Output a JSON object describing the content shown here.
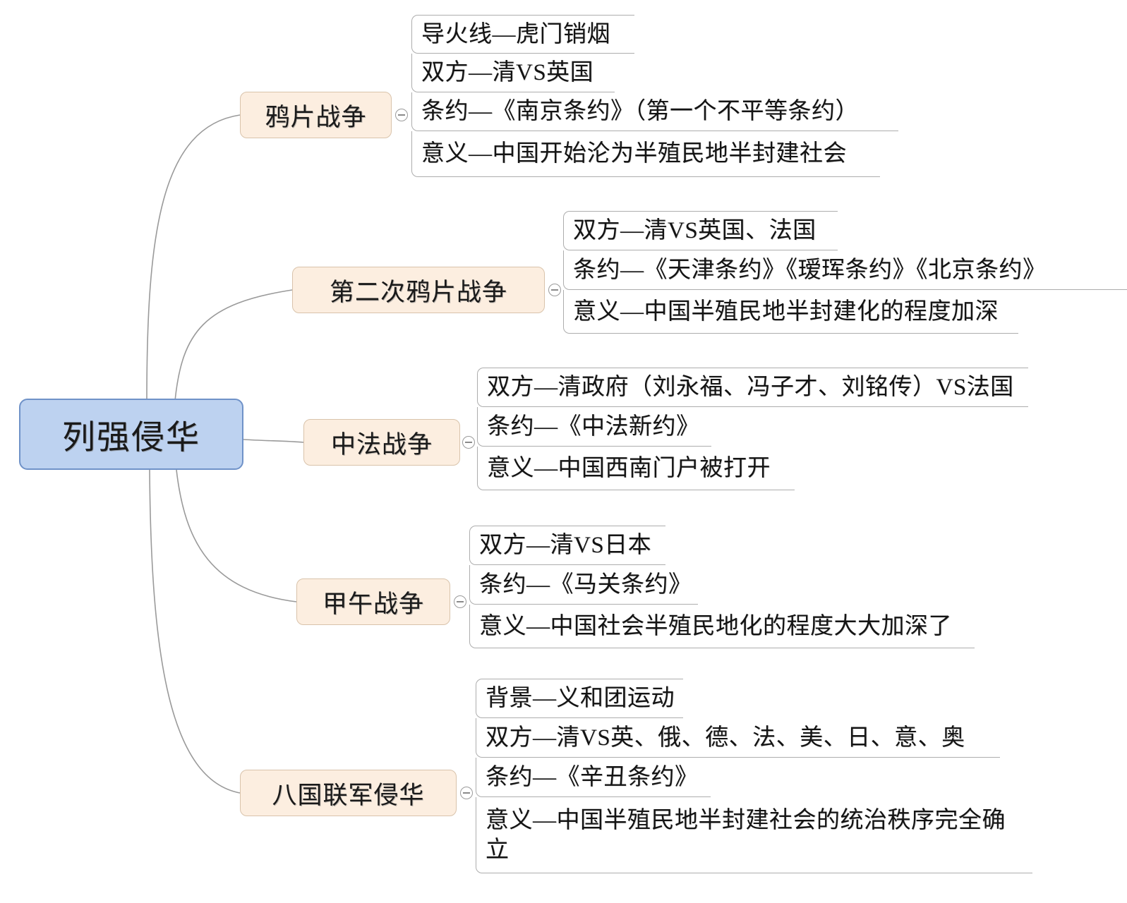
{
  "diagram": {
    "type": "mind-map",
    "title": "列强侵华",
    "colors": {
      "root_fill": "#bdd2f0",
      "root_border": "#6f92c8",
      "branch_fill": "#fceee0",
      "branch_border": "#d9c3ab",
      "line": "#adadad",
      "text": "#141414",
      "background": "#ffffff"
    },
    "root": {
      "label": "列强侵华"
    },
    "branches": [
      {
        "id": "opium-war",
        "label": "鸦片战争",
        "toggle_icon": "collapse-minus-icon",
        "leaves": [
          "导火线—虎门销烟",
          "双方—清VS英国",
          "条约—《南京条约》（第一个不平等条约）",
          "意义—中国开始沦为半殖民地半封建社会"
        ]
      },
      {
        "id": "second-opium-war",
        "label": "第二次鸦片战争",
        "toggle_icon": "collapse-minus-icon",
        "leaves": [
          "双方—清VS英国、法国",
          "条约—《天津条约》《瑷珲条约》《北京条约》",
          "意义—中国半殖民地半封建化的程度加深"
        ]
      },
      {
        "id": "sino-french-war",
        "label": "中法战争",
        "toggle_icon": "collapse-minus-icon",
        "leaves": [
          "双方—清政府（刘永福、冯子才、刘铭传）VS法国",
          "条约—《中法新约》",
          "意义—中国西南门户被打开"
        ]
      },
      {
        "id": "jiawu-war",
        "label": "甲午战争",
        "toggle_icon": "collapse-minus-icon",
        "leaves": [
          "双方—清VS日本",
          "条约—《马关条约》",
          "意义—中国社会半殖民地化的程度大大加深了"
        ]
      },
      {
        "id": "eight-nation-alliance",
        "label": "八国联军侵华",
        "toggle_icon": "collapse-minus-icon",
        "leaves": [
          "背景—义和团运动",
          "双方—清VS英、俄、德、法、美、日、意、奥",
          "条约—《辛丑条约》",
          "意义—中国半殖民地半封建社会的统治秩序完全确立"
        ]
      }
    ]
  }
}
